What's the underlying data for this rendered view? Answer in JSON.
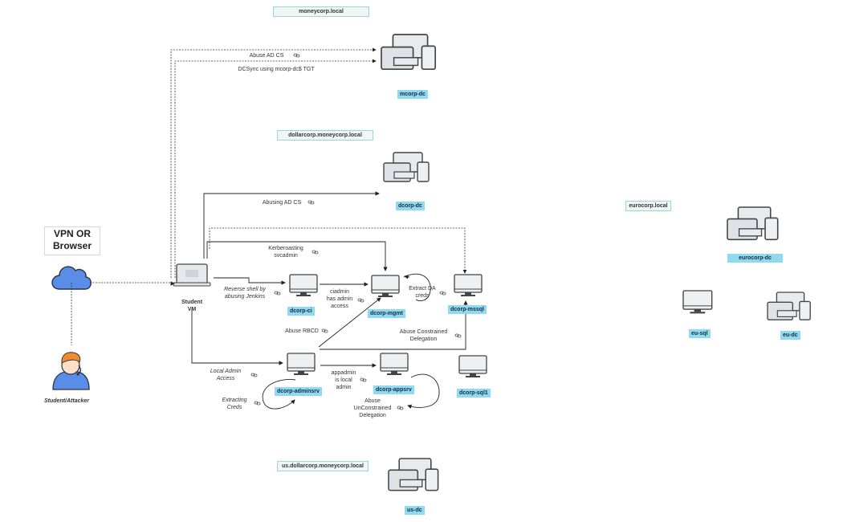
{
  "domains": {
    "moneycorp": "moneycorp.local",
    "dollarcorp": "dollarcorp.moneycorp.local",
    "eurocorp": "eurocorp.local",
    "us": "us.dollarcorp.moneycorp.local"
  },
  "hosts": {
    "mcorp_dc": "mcorp-dc",
    "dcorp_dc": "dcorp-dc",
    "eurocorp_dc": "eurocorp-dc",
    "dcorp_ci": "dcorp-ci",
    "dcorp_mgmt": "dcorp-mgmt",
    "dcorp_mssql": "dcorp-mssql",
    "eu_sql": "eu-sql",
    "eu_dc": "eu-dc",
    "dcorp_adminsrv": "dcorp-adminsrv",
    "dcorp_appsrv": "dcorp-appsrv",
    "dcorp_sql1": "dcorp-sql1",
    "us_dc": "us-dc"
  },
  "actors": {
    "vpn": "VPN OR\nBrowser",
    "student_vm": "Student\nVM",
    "attacker": "Student/Attacker"
  },
  "edges": {
    "abuse_adcs_top": "Abuse AD CS",
    "dcsync": "DCSync using mcorp-dc$ TGT",
    "abusing_adcs": "Abusing AD CS",
    "kerberoasting": "Kerberoasting\nsvcadmin",
    "reverse_shell": "Reverse shell by\nabusing Jenkins",
    "ciadmin": "ciadmin\nhas  admin\naccess",
    "extract_da": "Extract DA\ncreds",
    "abuse_rbcd": "Abuse RBCD",
    "abuse_constrained": "Abuse Constrained\nDelegation",
    "local_admin": "Local Admin\nAccess",
    "appadmin": "appadmin\nis local\nadmin",
    "extracting_creds": "Extracting\nCreds",
    "abuse_unconstrained": "Abuse\nUnConstrained\nDelegation"
  }
}
